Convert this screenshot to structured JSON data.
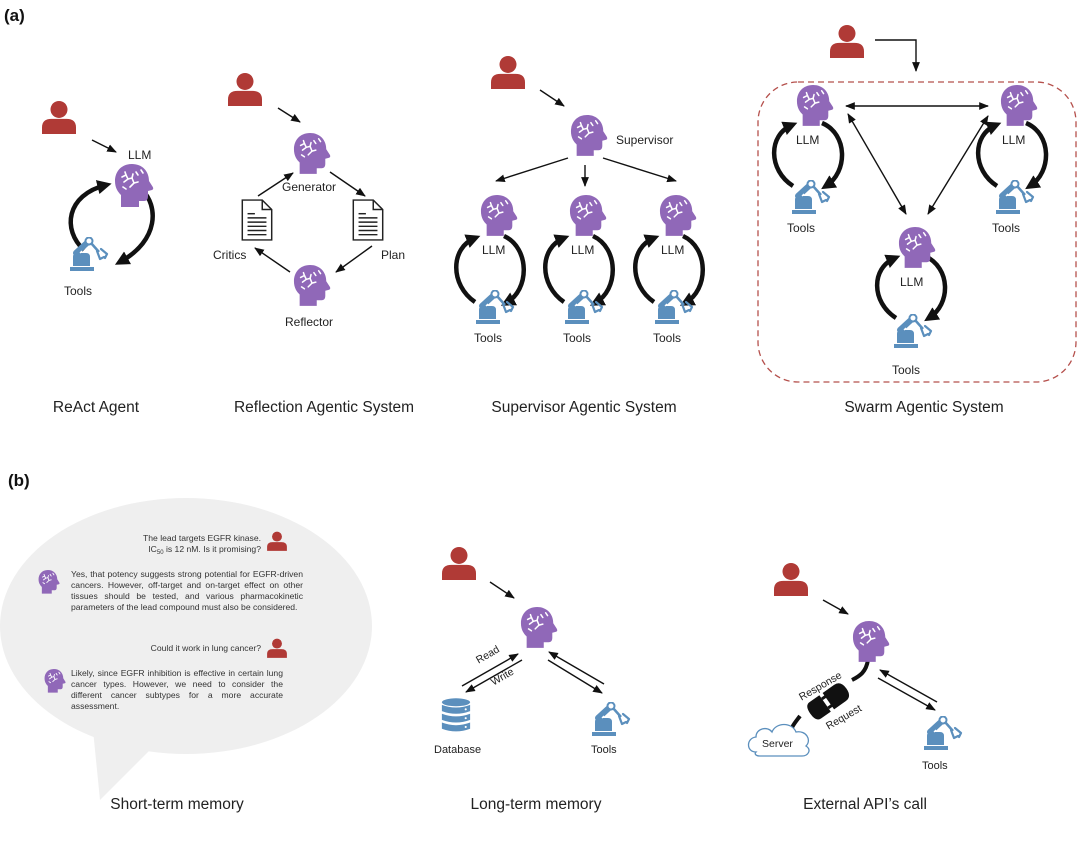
{
  "colors": {
    "user": "#b03a36",
    "brain": "#9068b8",
    "tool": "#5b8fbd",
    "arrow": "#111111",
    "dashed_border": "#b5504c",
    "bubble": "#efefef"
  },
  "panels": {
    "a": {
      "label": "(a)",
      "react": {
        "title": "ReAct Agent",
        "llm_label": "LLM",
        "tools_label": "Tools"
      },
      "reflection": {
        "title": "Reflection Agentic System",
        "generator_label": "Generator",
        "reflector_label": "Reflector",
        "critics_label": "Critics",
        "plan_label": "Plan"
      },
      "supervisor": {
        "title": "Supervisor Agentic System",
        "supervisor_label": "Supervisor",
        "workers": [
          {
            "llm_label": "LLM",
            "tools_label": "Tools"
          },
          {
            "llm_label": "LLM",
            "tools_label": "Tools"
          },
          {
            "llm_label": "LLM",
            "tools_label": "Tools"
          }
        ]
      },
      "swarm": {
        "title": "Swarm Agentic System",
        "agents": [
          {
            "llm_label": "LLM",
            "tools_label": "Tools"
          },
          {
            "llm_label": "LLM",
            "tools_label": "Tools"
          },
          {
            "llm_label": "LLM",
            "tools_label": "Tools"
          }
        ]
      }
    },
    "b": {
      "label": "(b)",
      "short_term": {
        "title": "Short-term memory",
        "messages": [
          {
            "role": "user",
            "text_line1": "The lead targets EGFR kinase.",
            "text_line2_pre": "IC",
            "text_line2_sub": "50",
            "text_line2_post": " is 12 nM. Is it promising?"
          },
          {
            "role": "assistant",
            "text": "Yes, that potency suggests strong potential for EGFR-driven cancers. However, off-target and on-target effect on other tissues should be tested, and various pharmacokinetic parameters of the lead compound must also be considered."
          },
          {
            "role": "user",
            "text": "Could it work in lung cancer?"
          },
          {
            "role": "assistant",
            "text": "Likely, since EGFR inhibition is effective in certain lung cancer types. However, we need to consider the different cancer subtypes for a more accurate assessment."
          }
        ]
      },
      "long_term": {
        "title": "Long-term memory",
        "read_label": "Read",
        "write_label": "Write",
        "database_label": "Database",
        "tools_label": "Tools"
      },
      "external_api": {
        "title": "External API’s call",
        "response_label": "Response",
        "request_label": "Request",
        "server_label": "Server",
        "tools_label": "Tools"
      }
    }
  }
}
